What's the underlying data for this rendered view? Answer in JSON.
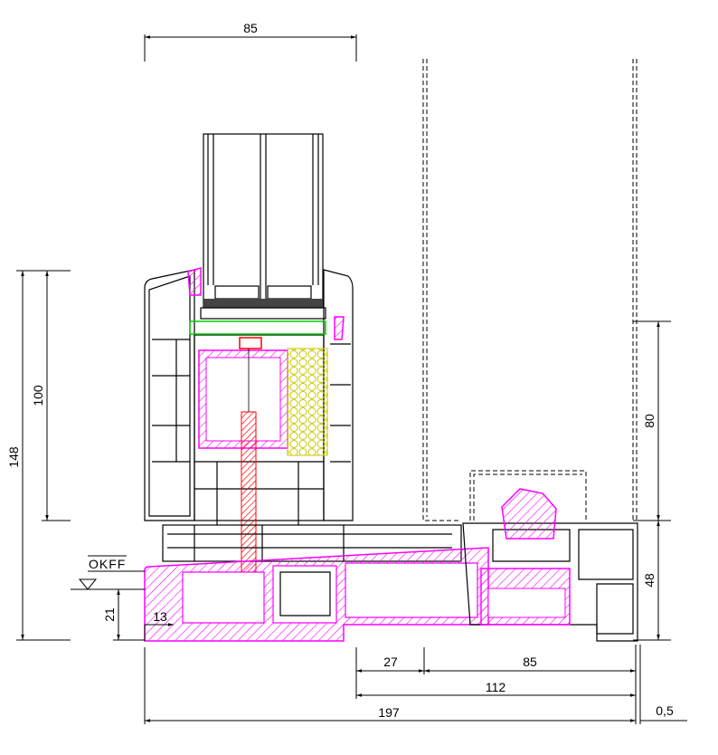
{
  "title": "Window sill section drawing",
  "level_label": "OKFF",
  "dimensions": {
    "top_width": "85",
    "left_total": "148",
    "left_sash": "100",
    "left_step": "21",
    "step_offset": "13",
    "bottom_a": "27",
    "bottom_b": "85",
    "bottom_c": "112",
    "bottom_total": "197",
    "bottom_gap": "0,5",
    "right_upper": "80",
    "right_lower": "48"
  },
  "colors": {
    "profile": "#ff00ff",
    "reinforcement": "#ff0000",
    "gasket": "#00cc00",
    "insulation": "#c8c800"
  }
}
